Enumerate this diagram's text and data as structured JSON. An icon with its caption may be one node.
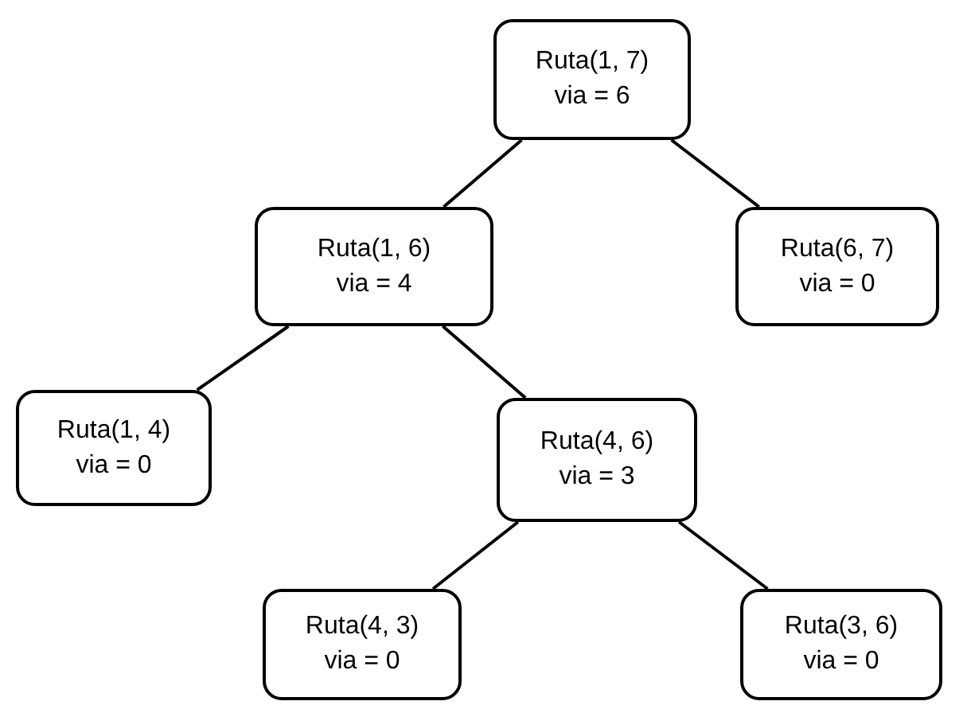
{
  "diagram": {
    "nodes": [
      {
        "text": [
          "Ruta(1, 7)",
          "via = 6"
        ]
      },
      {
        "text": [
          "Ruta(1, 6)",
          "via = 4"
        ]
      },
      {
        "text": [
          "Ruta(6, 7)",
          "via = 0"
        ]
      },
      {
        "text": [
          "Ruta(1, 4)",
          "via = 0"
        ]
      },
      {
        "text": [
          "Ruta(4, 6)",
          "via = 3"
        ]
      },
      {
        "text": [
          "Ruta(4, 3)",
          "via = 0"
        ]
      },
      {
        "text": [
          "Ruta(3, 6)",
          "via = 0"
        ]
      }
    ],
    "edges": [
      {
        "from": 0,
        "to": 1,
        "arrow": "none"
      },
      {
        "from": 0,
        "to": 2,
        "arrow": "none"
      },
      {
        "from": 1,
        "to": 3,
        "arrow": "none"
      },
      {
        "from": 1,
        "to": 4,
        "arrow": "none"
      },
      {
        "from": 4,
        "to": 5,
        "arrow": "none"
      },
      {
        "from": 4,
        "to": 6,
        "arrow": "none"
      }
    ]
  }
}
